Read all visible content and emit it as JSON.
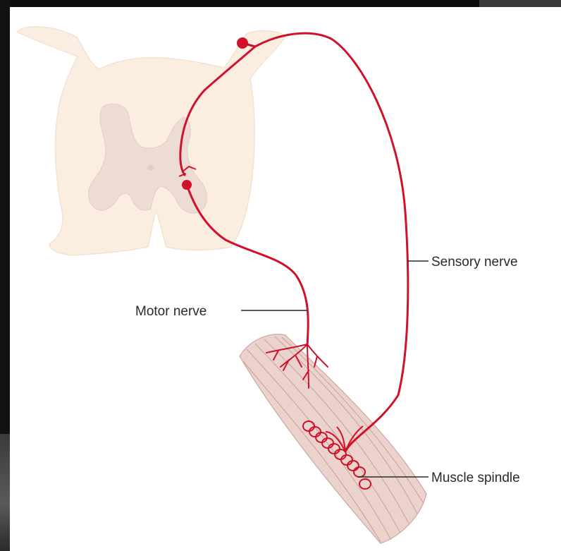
{
  "labels": {
    "sensory": "Sensory nerve",
    "motor": "Motor nerve",
    "spindle": "Muscle spindle"
  },
  "colors": {
    "nerve": "#d0112b",
    "spinal_cord_white_matter": "#fbeee0",
    "spinal_cord_grey_matter": "#ecdcd3",
    "muscle": "#ecd2cc"
  }
}
